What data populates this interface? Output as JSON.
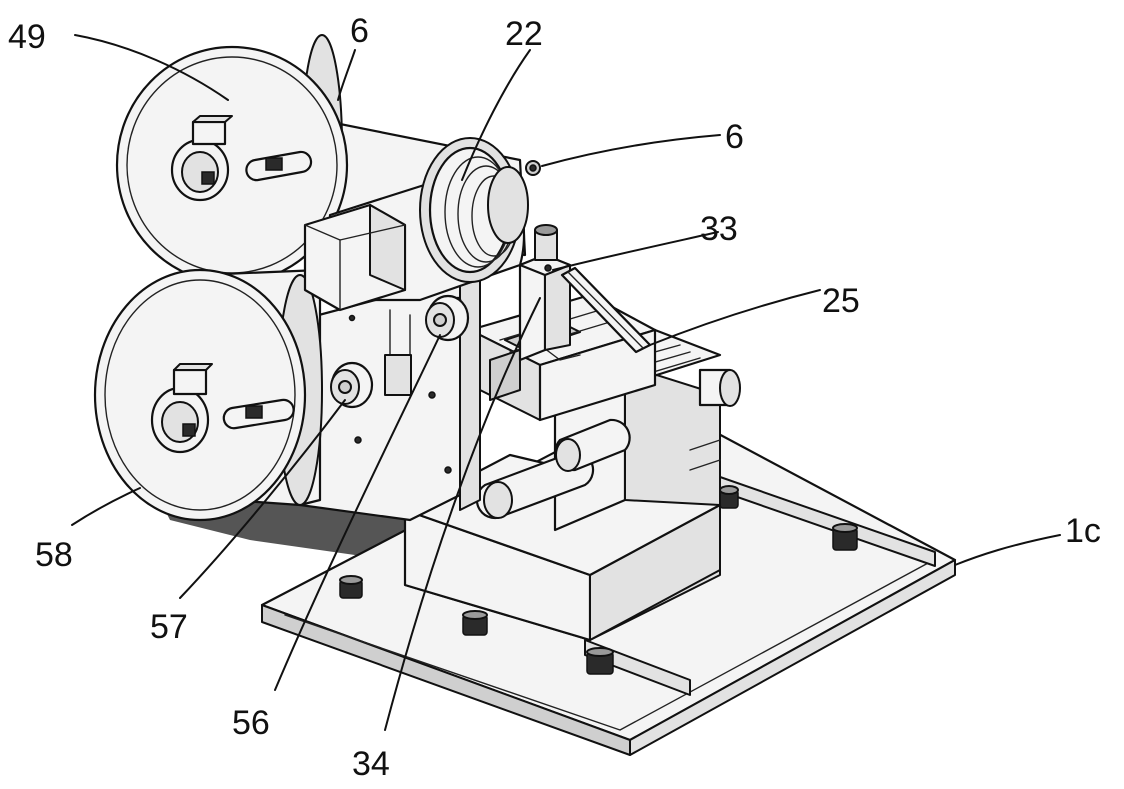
{
  "figure": {
    "callouts": [
      {
        "id": "49",
        "label": "49"
      },
      {
        "id": "6a",
        "label": "6"
      },
      {
        "id": "22",
        "label": "22"
      },
      {
        "id": "6b",
        "label": "6"
      },
      {
        "id": "33",
        "label": "33"
      },
      {
        "id": "25",
        "label": "25"
      },
      {
        "id": "1c",
        "label": "1c"
      },
      {
        "id": "58",
        "label": "58"
      },
      {
        "id": "57",
        "label": "57"
      },
      {
        "id": "56",
        "label": "56"
      },
      {
        "id": "34",
        "label": "34"
      }
    ]
  }
}
